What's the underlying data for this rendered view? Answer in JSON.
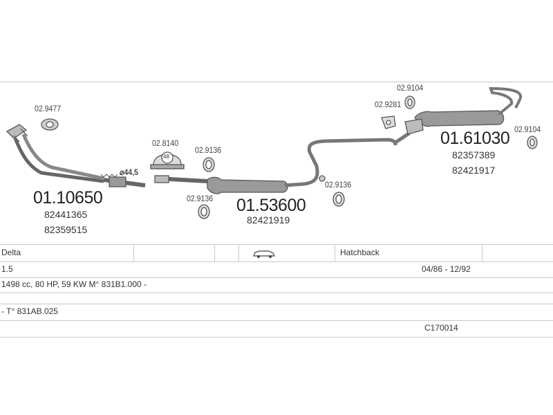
{
  "parts": {
    "front_pipe": {
      "code": "01.10650",
      "oem1": "82441365",
      "oem2": "82359515"
    },
    "middle_silencer": {
      "code": "01.53600",
      "oem1": "82421919"
    },
    "rear_silencer": {
      "code": "01.61030",
      "oem1": "82357389",
      "oem2": "82421917"
    }
  },
  "accessories": {
    "gasket_front": "02.9477",
    "clamp_48": "02.8140",
    "clamp_48_label": "48",
    "ring_1": "02.9136",
    "ring_2": "02.9136",
    "ring_3": "02.9136",
    "ring_4": "02.9104",
    "ring_5": "02.9104",
    "bracket": "02.9281",
    "diameter": "⌀44,5"
  },
  "vehicle": {
    "model": "Delta",
    "body": "Hatchback",
    "engine": "1.5",
    "years": "04/86 - 12/92",
    "details": "1498 cc, 80 HP, 59 KW  M° 831B1.000 -",
    "type": "- T° 831AB.025",
    "catalog_code": "C170014"
  },
  "icons": {
    "car": "car-icon"
  },
  "colors": {
    "line": "#555555",
    "fill": "#9a9a9a",
    "dark": "#4a4a4a"
  }
}
